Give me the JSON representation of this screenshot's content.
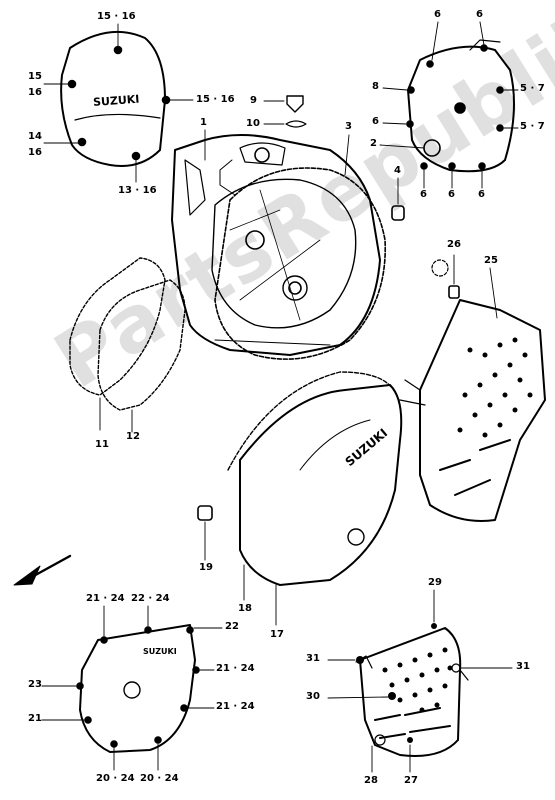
{
  "watermark": "PartsRepublik",
  "brand": "SUZUKI",
  "labels": {
    "l15_16_top": "15 · 16",
    "l15_left": "15",
    "l16_left": "16",
    "l15_16_right": "15 · 16",
    "l14": "14",
    "l16_b": "16",
    "l13_16": "13 · 16",
    "l1": "1",
    "l3": "3",
    "l9": "9",
    "l10": "10",
    "l4": "4",
    "l6a": "6",
    "l6b": "6",
    "l8": "8",
    "l5_7a": "5 · 7",
    "l6c": "6",
    "l5_7b": "5 · 7",
    "l2": "2",
    "l6d": "6",
    "l6e": "6",
    "l6f": "6",
    "l26": "26",
    "l25": "25",
    "l11": "11",
    "l12": "12",
    "l19": "19",
    "l18": "18",
    "l17": "17",
    "l21_24a": "21 · 24",
    "l22_24": "22 · 24",
    "l22": "22",
    "l23": "23",
    "l21_24b": "21 · 24",
    "l21": "21",
    "l21_24c": "21 · 24",
    "l20_24a": "20 · 24",
    "l20_24b": "20 · 24",
    "l29": "29",
    "l31a": "31",
    "l31b": "31",
    "l30": "30",
    "l28": "28",
    "l27": "27"
  }
}
